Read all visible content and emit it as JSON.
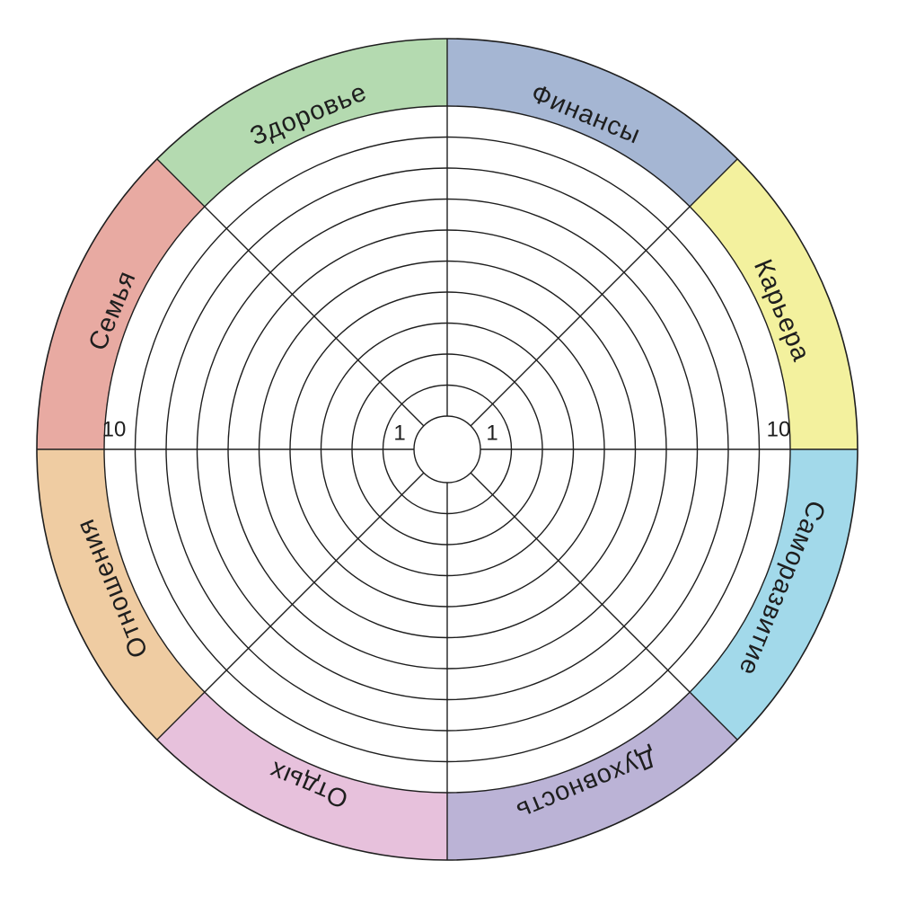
{
  "wheel": {
    "segments": [
      {
        "label": "Финансы",
        "color": "#a5b6d3"
      },
      {
        "label": "Карьера",
        "color": "#f3f19e"
      },
      {
        "label": "Саморазвитие",
        "color": "#a2d9ea"
      },
      {
        "label": "Духовность",
        "color": "#bbb3d6"
      },
      {
        "label": "Отдых",
        "color": "#e7c1dc"
      },
      {
        "label": "Отношения",
        "color": "#efcca2"
      },
      {
        "label": "Семья",
        "color": "#e8aaa2"
      },
      {
        "label": "Здоровье",
        "color": "#b4dab0"
      }
    ],
    "scale": {
      "min": "1",
      "max": "10",
      "levels": 10
    }
  }
}
